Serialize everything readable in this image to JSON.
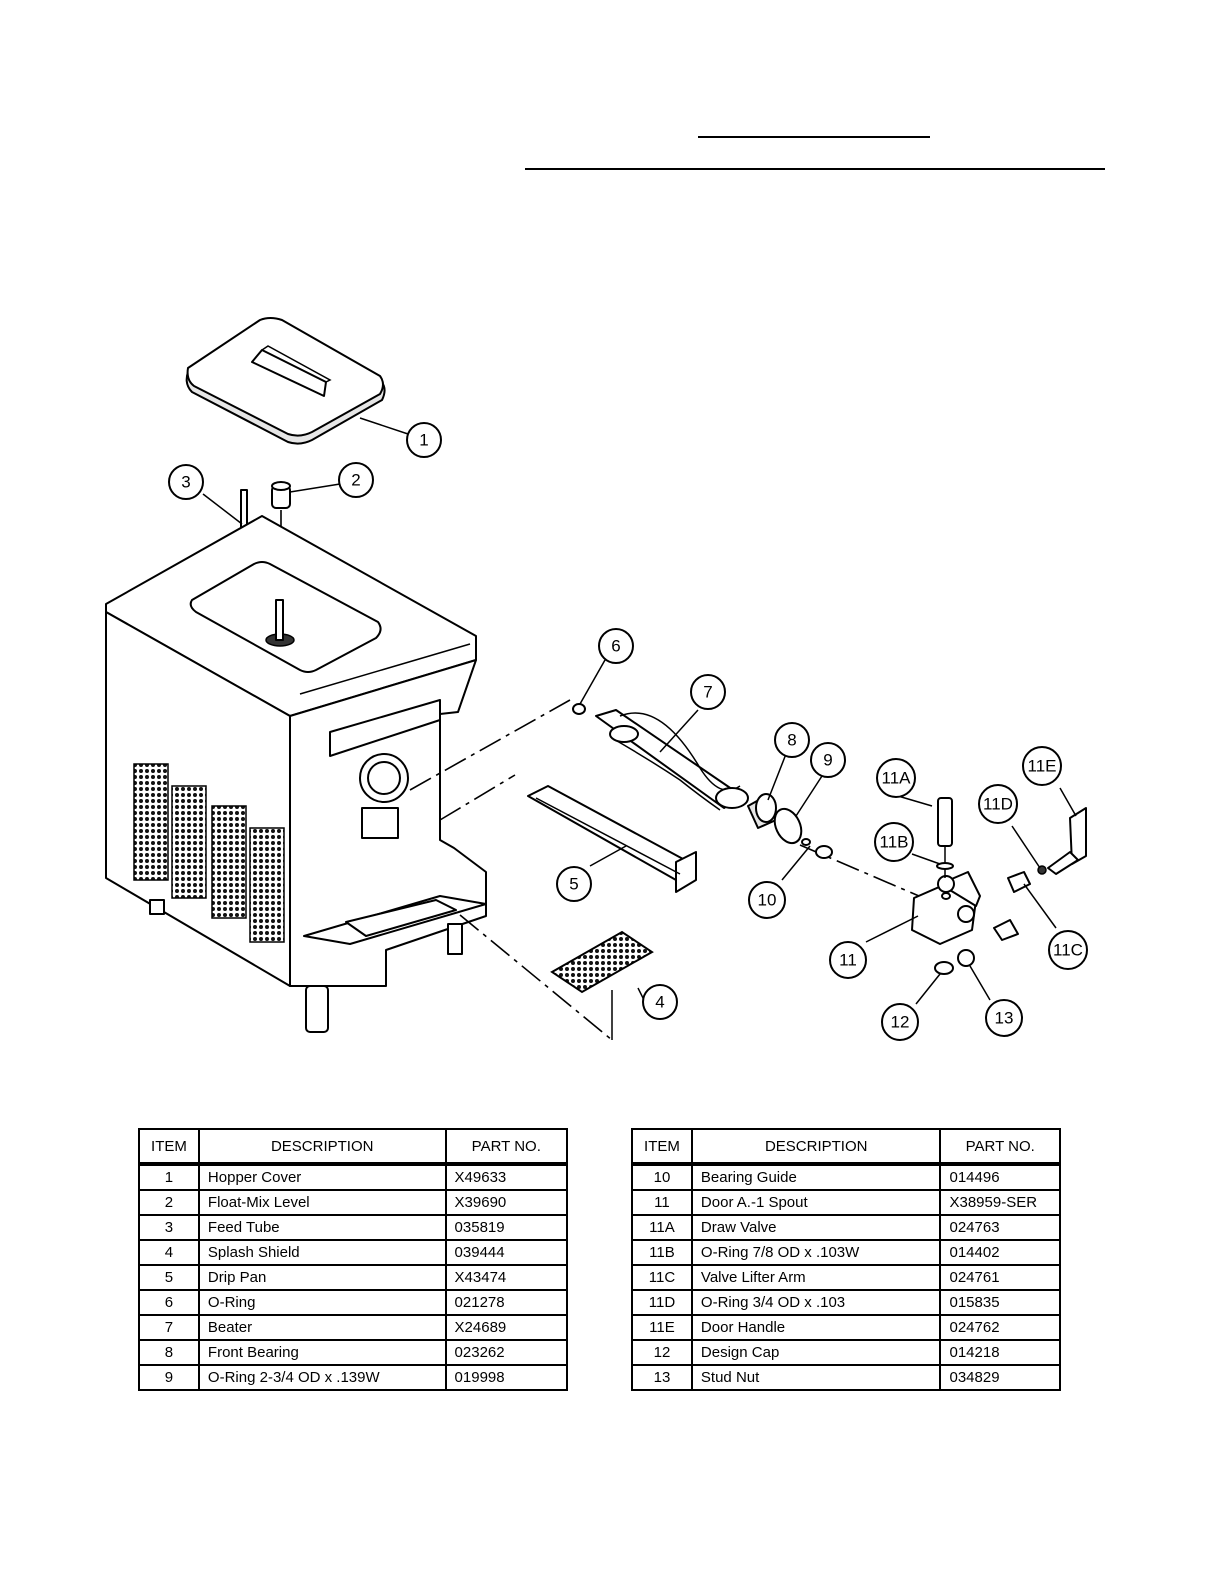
{
  "callouts": [
    "1",
    "2",
    "3",
    "4",
    "5",
    "6",
    "7",
    "8",
    "9",
    "10",
    "11",
    "11A",
    "11B",
    "11C",
    "11D",
    "11E",
    "12",
    "13"
  ],
  "tables": {
    "headers": {
      "item": "ITEM",
      "description": "DESCRIPTION",
      "part_no": "PART NO."
    },
    "left": [
      {
        "item": "1",
        "description": "Hopper Cover",
        "part_no": "X49633"
      },
      {
        "item": "2",
        "description": "Float-Mix Level",
        "part_no": "X39690"
      },
      {
        "item": "3",
        "description": "Feed Tube",
        "part_no": "035819"
      },
      {
        "item": "4",
        "description": "Splash Shield",
        "part_no": "039444"
      },
      {
        "item": "5",
        "description": "Drip Pan",
        "part_no": "X43474"
      },
      {
        "item": "6",
        "description": "O-Ring",
        "part_no": "021278"
      },
      {
        "item": "7",
        "description": "Beater",
        "part_no": "X24689"
      },
      {
        "item": "8",
        "description": "Front Bearing",
        "part_no": "023262"
      },
      {
        "item": "9",
        "description": "O-Ring 2-3/4 OD x .139W",
        "part_no": "019998"
      }
    ],
    "right": [
      {
        "item": "10",
        "description": "Bearing Guide",
        "part_no": "014496"
      },
      {
        "item": "11",
        "description": "Door A.-1 Spout",
        "part_no": "X38959-SER"
      },
      {
        "item": "11A",
        "description": "Draw Valve",
        "part_no": "024763"
      },
      {
        "item": "11B",
        "description": "O-Ring 7/8 OD x .103W",
        "part_no": "014402"
      },
      {
        "item": "11C",
        "description": "Valve Lifter Arm",
        "part_no": "024761"
      },
      {
        "item": "11D",
        "description": "O-Ring 3/4 OD x .103",
        "part_no": "015835"
      },
      {
        "item": "11E",
        "description": "Door Handle",
        "part_no": "024762"
      },
      {
        "item": "12",
        "description": "Design Cap",
        "part_no": "014218"
      },
      {
        "item": "13",
        "description": "Stud Nut",
        "part_no": "034829"
      }
    ]
  }
}
